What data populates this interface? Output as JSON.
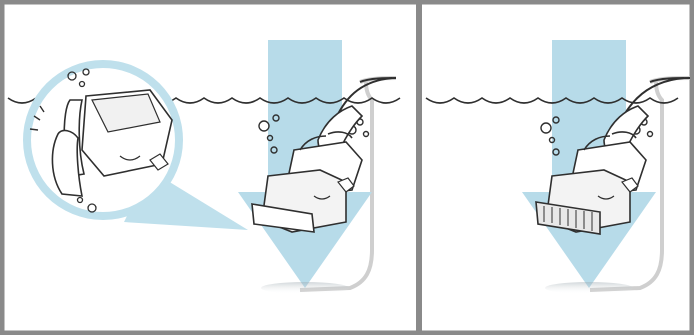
{
  "figure": {
    "panels": [
      {
        "id": "left",
        "elements": [
          "down-arrow",
          "water-line",
          "pool-wall",
          "hand",
          "robot-cleaner",
          "bubbles",
          "magnifier-callout"
        ]
      },
      {
        "id": "right",
        "elements": [
          "down-arrow",
          "water-line",
          "pool-wall",
          "hand",
          "robot-cleaner",
          "bubbles"
        ]
      }
    ],
    "colors": {
      "frame_gray": "#8a8a8a",
      "arrow_blue": "#b7dbe9",
      "callout_blue": "#bfe0ec",
      "line_dark": "#2f2f2f"
    }
  }
}
